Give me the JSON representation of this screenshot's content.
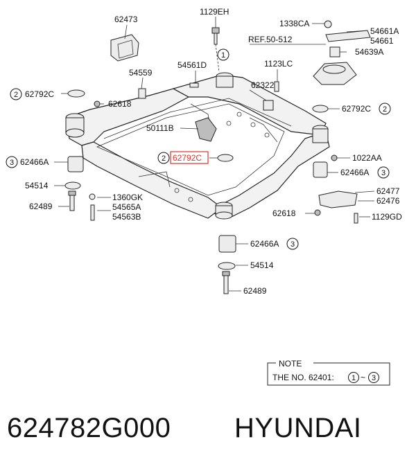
{
  "labels": {
    "l62473": "62473",
    "l1129EH": "1129EH",
    "l1338CA": "1338CA",
    "l54661A": "54661A",
    "l54661": "54661",
    "lREF": "REF.50-512",
    "l54639A": "54639A",
    "l54559": "54559",
    "l54561D": "54561D",
    "l1123LC": "1123LC",
    "l62792C_a": "62792C",
    "l62618_a": "62618",
    "l62322": "62322",
    "l62792C_b": "62792C",
    "l50111B": "50111B",
    "l62466A_a": "62466A",
    "l62792C_c": "62792C",
    "l1022AA": "1022AA",
    "l62466A_b": "62466A",
    "l54514_a": "54514",
    "l62477": "62477",
    "l1360GK": "1360GK",
    "l62476": "62476",
    "l62489_a": "62489",
    "l54565A": "54565A",
    "l54563B": "54563B",
    "l62618_b": "62618",
    "l1129GD": "1129GD",
    "l62466A_c": "62466A",
    "l54514_b": "54514",
    "l62489_b": "62489"
  },
  "circled": {
    "c1": "1",
    "c2a": "2",
    "c2b": "2",
    "c2c": "2",
    "c3a": "3",
    "c3b": "3",
    "c3c": "3"
  },
  "note": {
    "title": "NOTE",
    "text": "THE NO. 62401:",
    "range_start": "1",
    "range_sep": "~",
    "range_end": "3"
  },
  "footer": {
    "part_number": "624782G000",
    "brand": "HYUNDAI"
  },
  "colors": {
    "highlight": "#d9342b"
  }
}
